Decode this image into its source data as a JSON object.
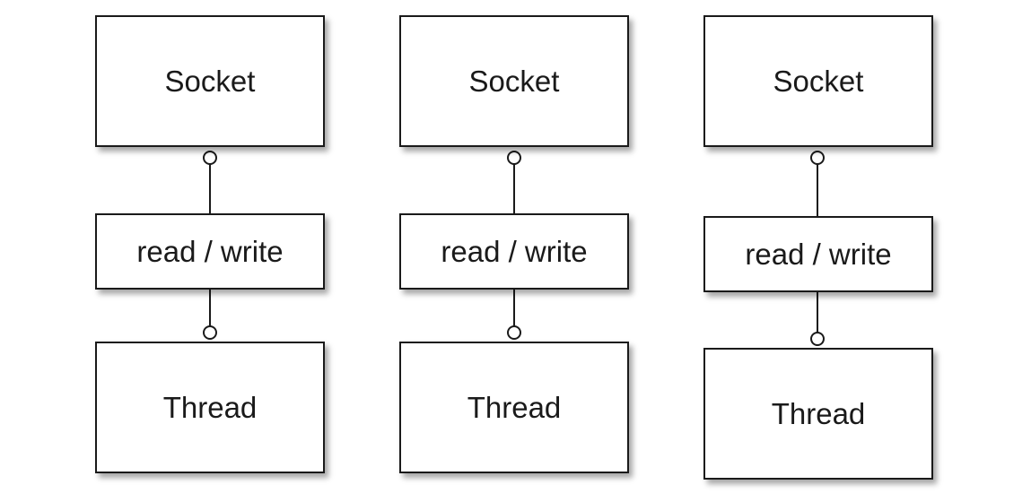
{
  "columns": [
    {
      "socket_label": "Socket",
      "rw_label": "read / write",
      "thread_label": "Thread"
    },
    {
      "socket_label": "Socket",
      "rw_label": "read / write",
      "thread_label": "Thread"
    },
    {
      "socket_label": "Socket",
      "rw_label": "read / write",
      "thread_label": "Thread"
    }
  ]
}
